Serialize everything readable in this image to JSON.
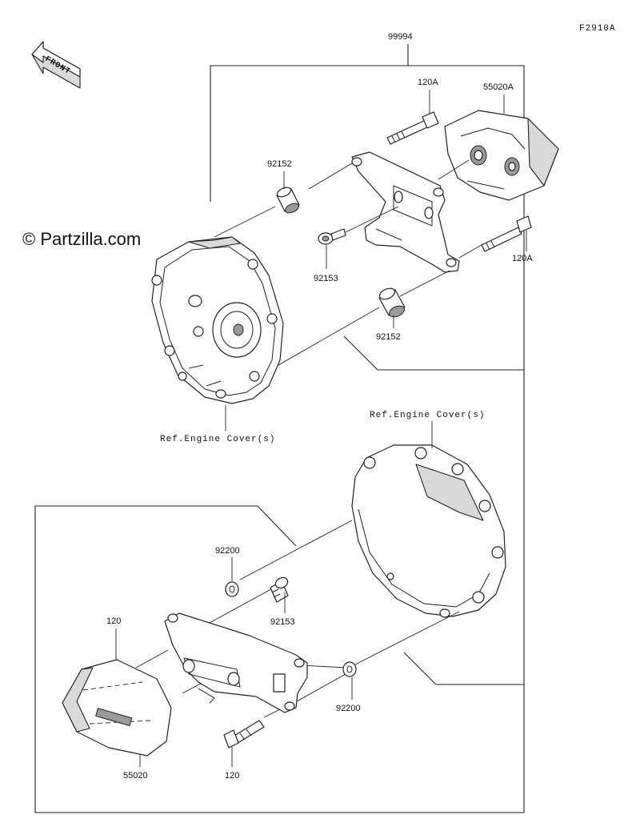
{
  "diagram": {
    "figure_code": "F2910A",
    "watermark": "© Partzilla.com",
    "front_label": "FRONT",
    "labels": {
      "assembly_top": "99994",
      "bolt_top_1": "120A",
      "slider_top": "55020A",
      "spacer_top_1": "92152",
      "screw_top": "92153",
      "bolt_top_2": "120A",
      "spacer_top_2": "92152",
      "ref_cover_left": "Ref.Engine Cover(s)",
      "ref_cover_right": "Ref.Engine Cover(s)",
      "washer_1": "92200",
      "screw_bottom": "92153",
      "bolt_bottom_1": "120",
      "washer_2": "92200",
      "slider_bottom": "55020",
      "bolt_bottom_2": "120"
    }
  }
}
